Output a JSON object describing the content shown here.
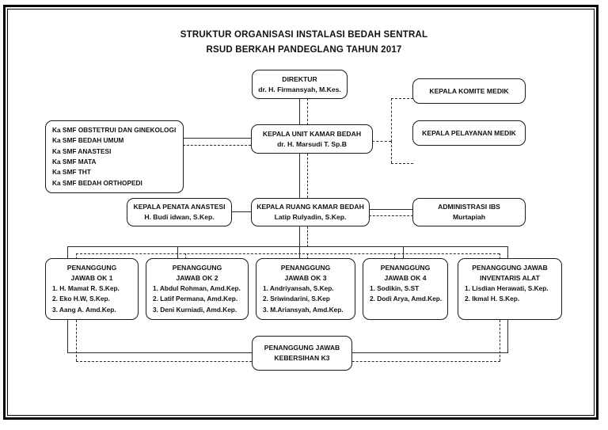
{
  "document": {
    "title_line1": "STRUKTUR ORGANISASI INSTALASI BEDAH SENTRAL",
    "title_line2": "RSUD BERKAH PANDEGLANG TAHUN 2017"
  },
  "chart_data": {
    "type": "diagram",
    "nodes": {
      "direktur": {
        "role": "DIREKTUR",
        "person": "dr. H. Firmansyah, M.Kes."
      },
      "komite_medik": {
        "role": "KEPALA KOMITE MEDIK"
      },
      "pelayanan_medik": {
        "role": "KEPALA PELAYANAN MEDIK"
      },
      "kepala_unit": {
        "role": "KEPALA UNIT KAMAR BEDAH",
        "person": "dr. H. Marsudi T. Sp.B"
      },
      "penata_anastesi": {
        "role": "KEPALA PENATA ANASTESI",
        "person": "H. Budi idwan, S.Kep."
      },
      "kepala_ruang": {
        "role": "KEPALA RUANG KAMAR BEDAH",
        "person": "Latip Rulyadin, S.Kep."
      },
      "administrasi": {
        "role": "ADMINISTRASI IBS",
        "person": "Murtapiah"
      },
      "kebersihan": {
        "line1": "PENANGGUNG JAWAB",
        "line2": "KEBERSIHAN K3"
      }
    },
    "smf_box": {
      "items": [
        "Ka SMF OBSTETRUI DAN GINEKOLOGI",
        "Ka SMF BEDAH UMUM",
        "Ka SMF ANASTESI",
        "Ka SMF MATA",
        "Ka SMF THT",
        "Ka SMF BEDAH ORTHOPEDI"
      ]
    },
    "units": [
      {
        "line1": "PENANGGUNG",
        "line2": "JAWAB OK 1",
        "staff": [
          "1.   H. Mamat R. S.Kep.",
          "2.   Eko H.W, S.Kep.",
          "3.   Aang A.  Amd.Kep."
        ]
      },
      {
        "line1": "PENANGGUNG",
        "line2": "JAWAB OK 2",
        "staff": [
          "1. Abdul Rohman, Amd.Kep.",
          "2. Latif Permana, Amd.Kep.",
          "3. Deni Kurniadi, Amd.Kep."
        ]
      },
      {
        "line1": "PENANGGUNG",
        "line2": "JAWAB OK 3",
        "staff": [
          "1. Andriyansah, S.Kep.",
          "2. Sriwindarini, S.Kep",
          "3. M.Ariansyah, Amd.Kep."
        ]
      },
      {
        "line1": "PENANGGUNG",
        "line2": "JAWAB OK 4",
        "staff": [
          "1. Sodikin, S.ST",
          "2. Dodi Arya, Amd.Kep."
        ]
      },
      {
        "line1": "PENANGGUNG JAWAB",
        "line2": "INVENTARIS ALAT",
        "staff": [
          "1. Lisdian Herawati, S.Kep.",
          "2. Ikmal H. S.Kep."
        ]
      }
    ]
  }
}
